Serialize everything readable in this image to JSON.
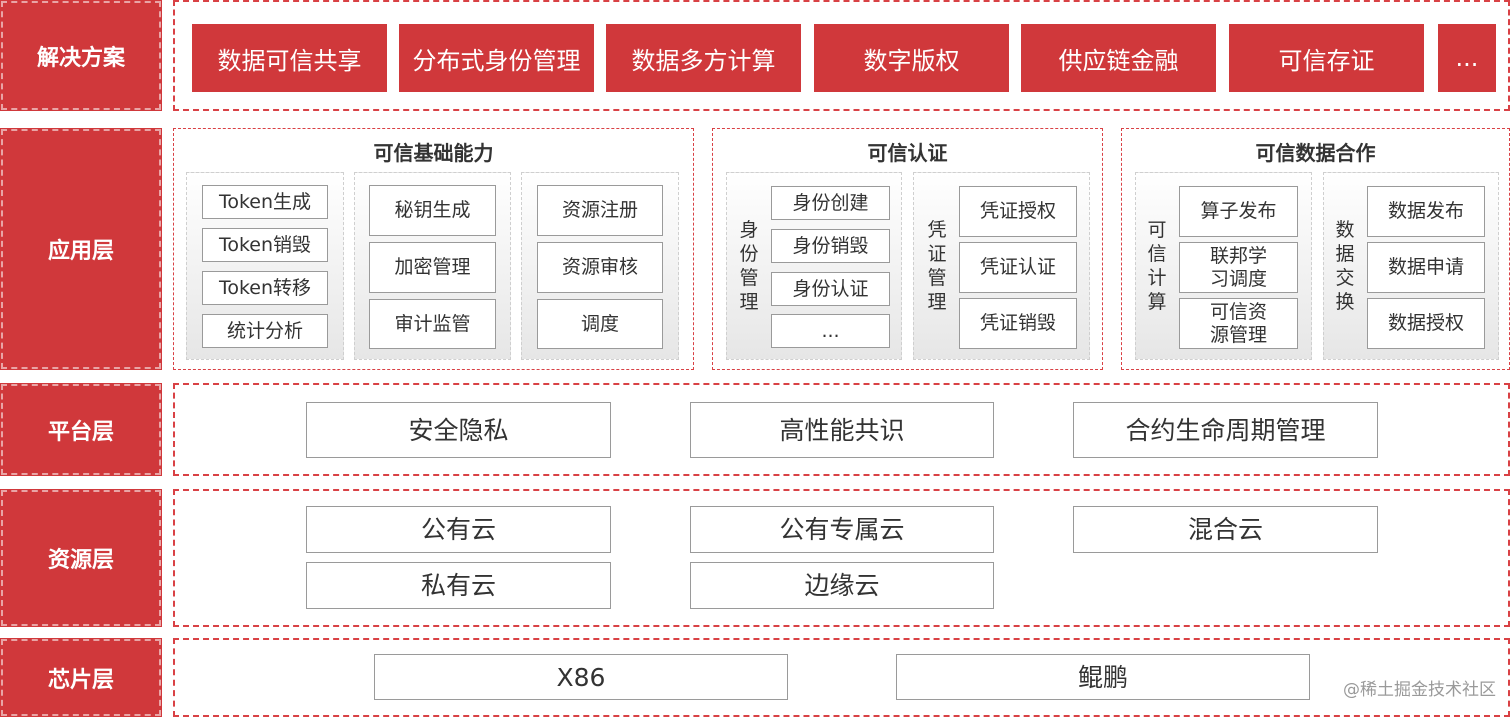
{
  "layers": {
    "solution": "解决方案",
    "application": "应用层",
    "platform": "平台层",
    "resource": "资源层",
    "chip": "芯片层"
  },
  "solutions": [
    "数据可信共享",
    "分布式身份管理",
    "数据多方计算",
    "数字版权",
    "供应链金融",
    "可信存证",
    "..."
  ],
  "app": {
    "basic": {
      "title": "可信基础能力",
      "col1": [
        "Token生成",
        "Token销毁",
        "Token转移",
        "统计分析"
      ],
      "col2": [
        "秘钥生成",
        "加密管理",
        "审计监管"
      ],
      "col3": [
        "资源注册",
        "资源审核",
        "调度"
      ]
    },
    "auth": {
      "title": "可信认证",
      "identity_label": "身份管理",
      "identity_items": [
        "身份创建",
        "身份销毁",
        "身份认证",
        "..."
      ],
      "credential_label": "凭证管理",
      "credential_items": [
        "凭证授权",
        "凭证认证",
        "凭证销毁"
      ]
    },
    "data": {
      "title": "可信数据合作",
      "compute_label": "可信计算",
      "compute_items": [
        "算子发布",
        "联邦学习调度",
        "可信资源管理"
      ],
      "exchange_label": "数据交换",
      "exchange_items": [
        "数据发布",
        "数据申请",
        "数据授权"
      ]
    }
  },
  "platform": [
    "安全隐私",
    "高性能共识",
    "合约生命周期管理"
  ],
  "resource": [
    "公有云",
    "公有专属云",
    "混合云",
    "私有云",
    "边缘云"
  ],
  "chip": [
    "X86",
    "鲲鹏"
  ],
  "watermark": "@稀土掘金技术社区",
  "colors": {
    "accent": "#d0383b",
    "border": "#9a9a9a"
  }
}
